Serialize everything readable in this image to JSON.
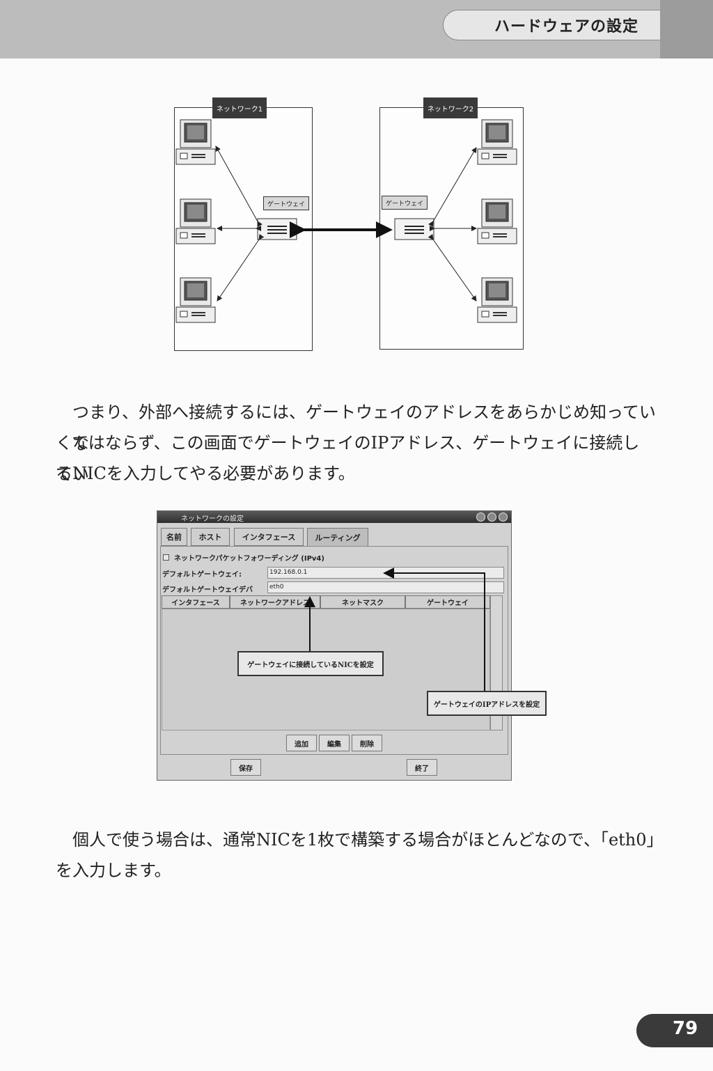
{
  "header": {
    "title": "ハードウェアの設定"
  },
  "diagram": {
    "network1_label": "ネットワーク1",
    "network2_label": "ネットワーク2",
    "gateway1_label": "ゲートウェイ",
    "gateway2_label": "ゲートウェイ"
  },
  "paragraphs": {
    "p1_line1": "つまり、外部へ接続するには、ゲートウェイのアドレスをあらかじめ知っていな",
    "p1_line2": "くてはならず、この画面でゲートウェイのIPアドレス、ゲートウェイに接続してい",
    "p1_line3": "るNICを入力してやる必要があります。",
    "p2_line1": "個人で使う場合は、通常NICを1枚で構築する場合がほとんどなので、「eth0」",
    "p2_line2": "を入力します。"
  },
  "dialog": {
    "title": "ネットワークの設定",
    "tabs": [
      "名前",
      "ホスト",
      "インタフェース",
      "ルーティング"
    ],
    "forwarding_label": "ネットワークパケットフォワーディング (IPv4)",
    "default_gateway_label": "デフォルトゲートウェイ:",
    "default_gateway_value": "192.168.0.1",
    "default_gateway_device_label": "デフォルトゲートウェイデバ",
    "default_gateway_device_value": "eth0",
    "columns": [
      "インタフェース",
      "ネットワークアドレス",
      "ネットマスク",
      "ゲートウェイ"
    ],
    "buttons": {
      "add": "追加",
      "edit": "編集",
      "delete": "削除",
      "save": "保存",
      "quit": "終了"
    },
    "callout_nic": "ゲートウェイに接続しているNICを設定",
    "callout_ip": "ゲートウェイのIPアドレスを設定"
  },
  "page_number": "79"
}
